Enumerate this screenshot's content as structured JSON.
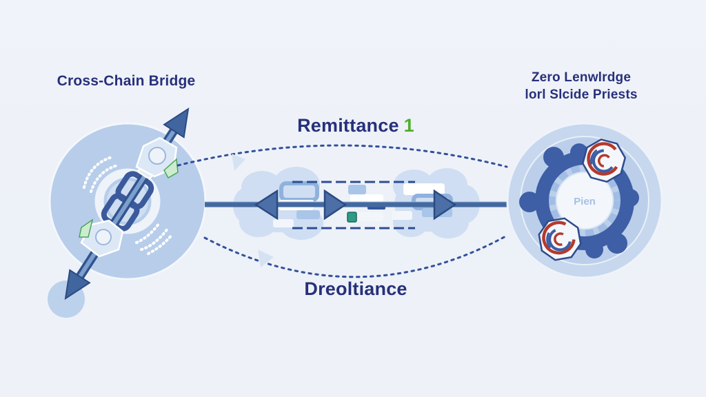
{
  "diagram": {
    "left_node": {
      "title": "Cross-Chain Bridge"
    },
    "right_node": {
      "title_line1": "Zero Lenwlrdge",
      "title_line2": "lorl Slcide Priests",
      "hub_text": "Pien"
    },
    "flows": {
      "top_label": "Remittance",
      "top_number": "1",
      "bottom_label": "Dreoltiance"
    }
  },
  "colors": {
    "background": "#edf1f8",
    "title_navy": "#27307a",
    "accent_green": "#4cb02c",
    "node_fill_left": "#b7cdea",
    "node_fill_right": "#c6d7ee",
    "arrow_blue": "#4b6fa6",
    "arrow_outline": "#2c4a82",
    "figure_navy": "#3e5ea6",
    "badge_red": "#b5392c",
    "badge_blue": "#3c5ca4",
    "dotted_line_navy": "#32509a",
    "cloud_blue": "#cfdef2",
    "hub_text_blue": "#a6c0e3"
  }
}
